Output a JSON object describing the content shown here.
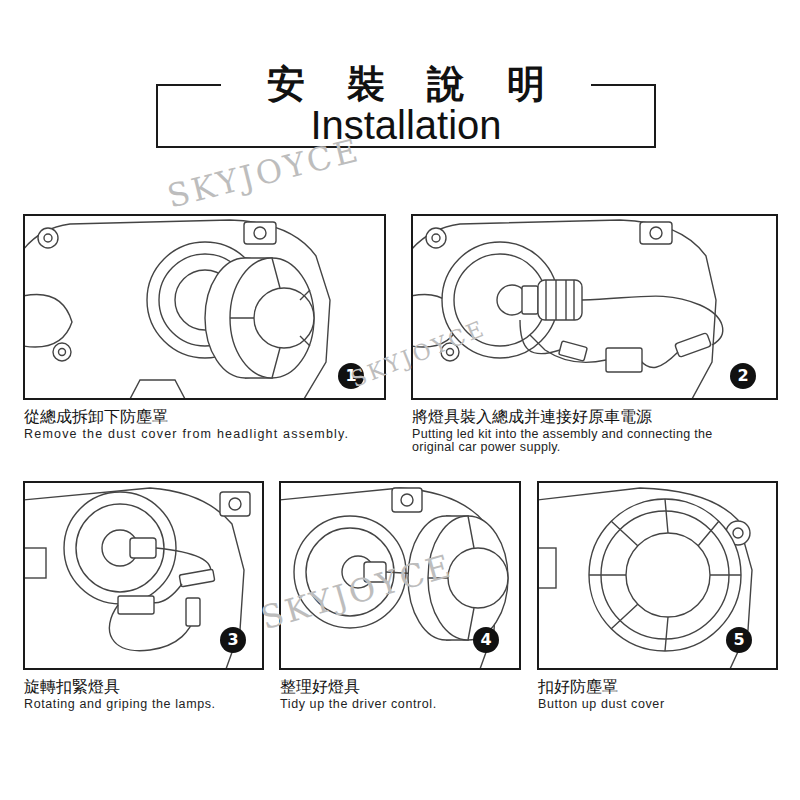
{
  "diagram": {
    "nodes": [
      {
        "text": [
          "安裝說明",
          "Installation"
        ]
      },
      {
        "text": [
          "從總成拆卸下防塵罩",
          "Remove the dust cover from headlight assembly."
        ]
      },
      {
        "text": [
          "1"
        ],
        "in": 1
      },
      {
        "text": [
          "將燈具裝入總成并連接好原車電源",
          "Putting led kit into the assembly and connecting the original car power supply."
        ]
      },
      {
        "text": [
          "2"
        ],
        "in": 3
      },
      {
        "text": [
          "旋轉扣緊燈具",
          "Rotating and griping the lamps."
        ]
      },
      {
        "text": [
          "3"
        ],
        "in": 5
      },
      {
        "text": [
          "整理好燈具",
          "Tidy up the driver control."
        ]
      },
      {
        "text": [
          "4"
        ],
        "in": 7
      },
      {
        "text": [
          "扣好防塵罩",
          "Button up dust cover"
        ]
      },
      {
        "text": [
          "5"
        ],
        "in": 9
      }
    ],
    "labels": [
      "SKYJOYCE",
      "SKYJOYCE",
      "SKYJOYCE"
    ]
  }
}
